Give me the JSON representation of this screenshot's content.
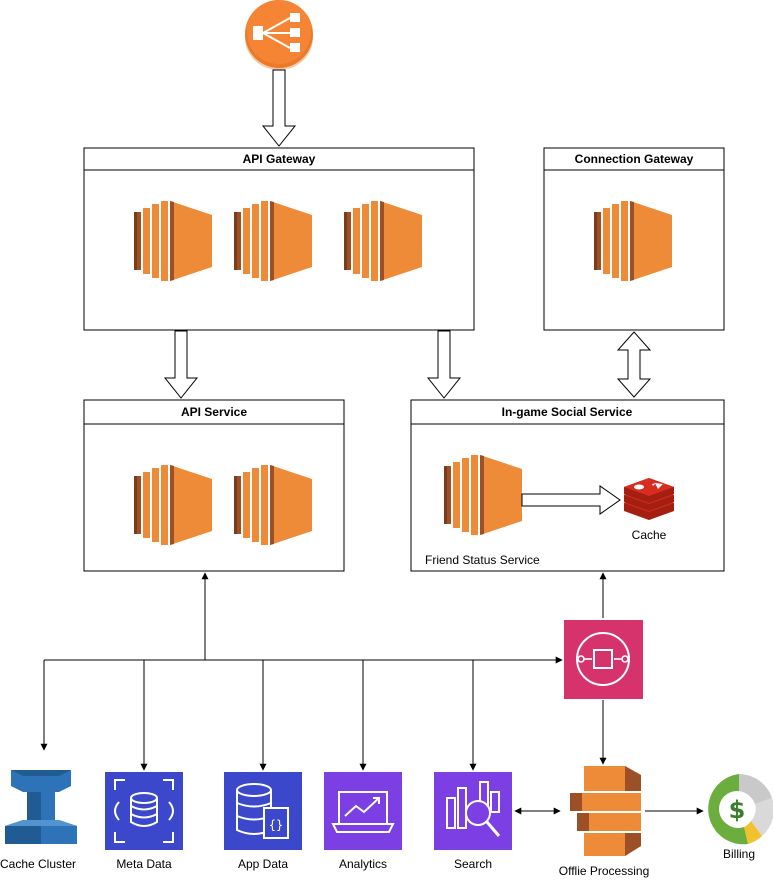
{
  "groups": {
    "api_gateway": {
      "title": "API Gateway"
    },
    "connection_gateway": {
      "title": "Connection Gateway"
    },
    "api_service": {
      "title": "API Service"
    },
    "social_service": {
      "title": "In-game Social Service"
    }
  },
  "labels": {
    "friend_status": "Friend Status Service",
    "cache": "Cache",
    "cache_cluster": "Cache Cluster",
    "meta_data": "Meta Data",
    "app_data": "App Data",
    "analytics": "Analytics",
    "search": "Search",
    "offline_processing": "Offlie Processing",
    "billing": "Billing"
  },
  "colors": {
    "ec2_orange": "#ED8B39",
    "ec2_dark": "#9D5025",
    "elb_orange": "#F58534",
    "redis_red": "#C8352F",
    "sqs_pink": "#D6336C",
    "db_blue": "#3B48CC",
    "analytics_purple": "#7B3FE4",
    "cache_cluster_blue": "#2E73B8",
    "billing_green": "#6CAE3E"
  },
  "icons": [
    "load-balancer-icon",
    "ec2-instance-icon",
    "redis-icon",
    "sqs-queue-icon",
    "elasticache-icon",
    "database-icon",
    "document-db-icon",
    "analytics-icon",
    "search-icon",
    "kinesis-icon",
    "billing-icon"
  ]
}
